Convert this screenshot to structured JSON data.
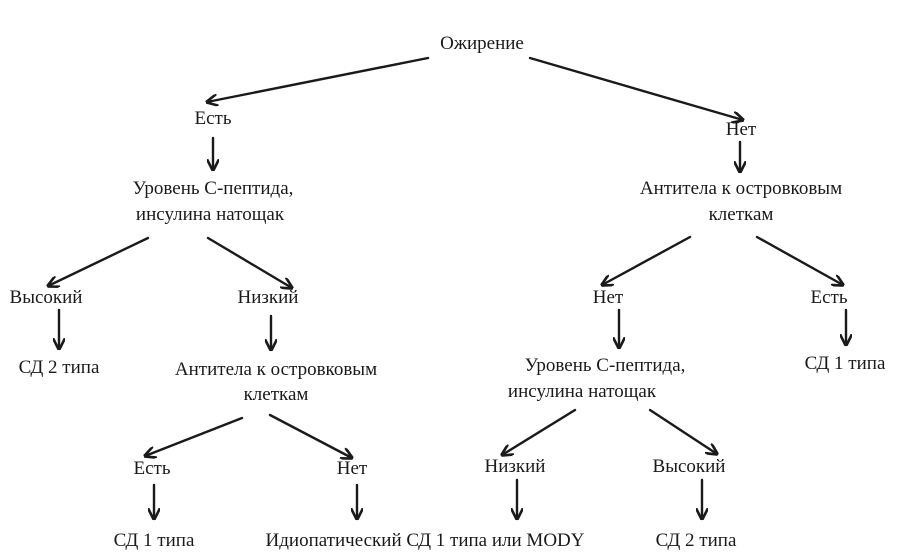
{
  "diagram": {
    "root": "Ожирение",
    "left": {
      "branch": "Есть",
      "test": [
        "Уровень С-пептида,",
        "инсулина натощак"
      ],
      "high": {
        "label": "Высокий",
        "result": "СД 2 типа"
      },
      "low": {
        "label": "Низкий",
        "test": [
          "Антитела к островковым",
          "клеткам"
        ],
        "yes": {
          "label": "Есть",
          "result": "СД 1 типа"
        },
        "no": {
          "label": "Нет"
        }
      }
    },
    "right": {
      "branch": "Нет",
      "test": [
        "Антитела к островковым",
        "клеткам"
      ],
      "no": {
        "label": "Нет",
        "test": [
          "Уровень С-пептида,",
          "инсулина натощак"
        ],
        "low": {
          "label": "Низкий"
        },
        "high": {
          "label": "Высокий",
          "result": "СД 2 типа"
        }
      },
      "yes": {
        "label": "Есть",
        "result": "СД 1 типа"
      }
    },
    "shared_result": "Идиопатический СД 1 типа или MODY"
  },
  "colors": {
    "text": "#1a1a1a",
    "arrow": "#1a1a1a",
    "background": "#ffffff"
  }
}
